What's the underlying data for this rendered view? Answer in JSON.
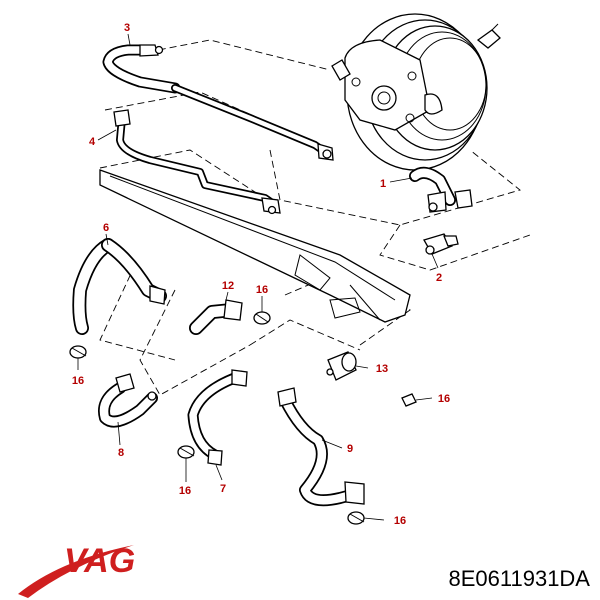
{
  "diagram": {
    "callouts": [
      "3",
      "4",
      "1",
      "2",
      "6",
      "12",
      "16",
      "13",
      "16",
      "16",
      "8",
      "9",
      "16",
      "7",
      "16"
    ],
    "part_number": "8E0611931DA",
    "brand_name": "VAG",
    "colors": {
      "callout": "#b40000",
      "brand": "#cf1f1f",
      "line": "#000000"
    }
  }
}
